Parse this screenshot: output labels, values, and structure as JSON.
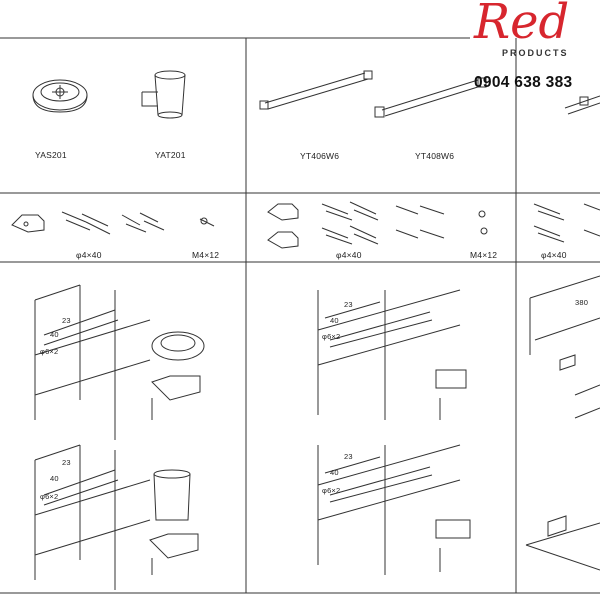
{
  "brand": {
    "logo_text": "Red",
    "logo_sub": "PRODUCTS",
    "phone": "0904 638 383",
    "accent_color": "#d7262e"
  },
  "products": {
    "p1": "YAS201",
    "p2": "YAT201",
    "p3": "YT406W6",
    "p4": "YT408W6"
  },
  "hardware": {
    "anchor_left": "φ4×40",
    "screw_left": "M4×12",
    "anchor_mid": "φ4×40",
    "screw_mid": "M4×12",
    "anchor_right": "φ4×40"
  },
  "dimensions": {
    "d23": "23",
    "d40": "40",
    "drill": "φ6×2",
    "d380": "380"
  }
}
